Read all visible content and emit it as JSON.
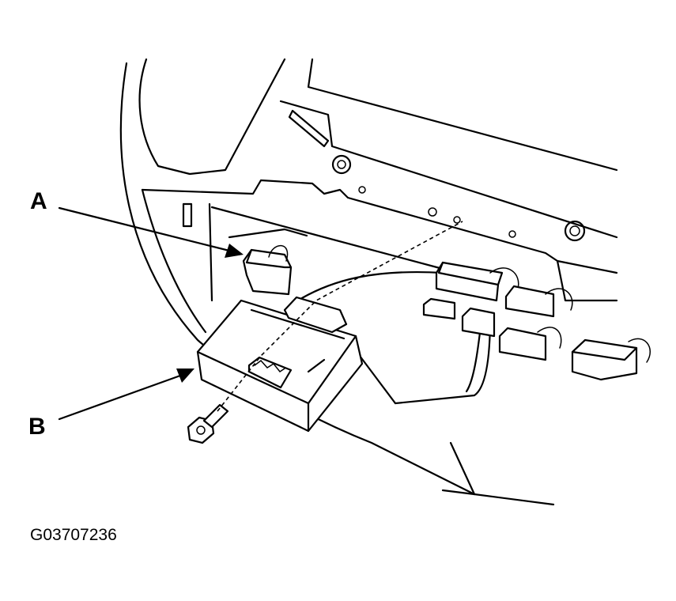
{
  "callouts": {
    "a": "A",
    "b": "B"
  },
  "figure_id": "G03707236"
}
